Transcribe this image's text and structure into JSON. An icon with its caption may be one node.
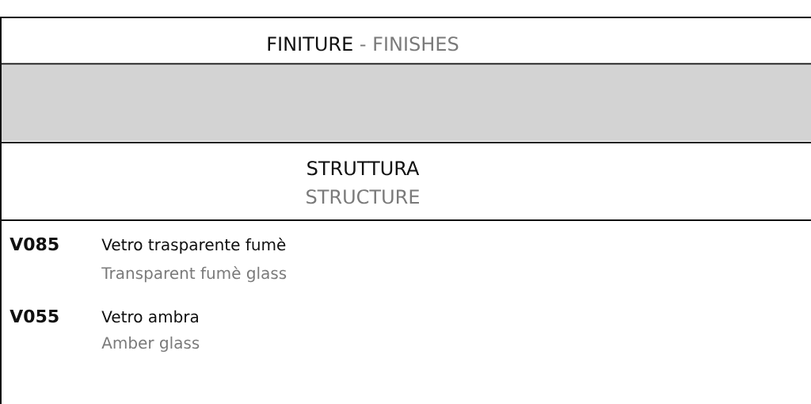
{
  "diagram": {
    "labels": [
      "FINITURE",
      "- FINISHES",
      "STRUTTURA",
      "STRUCTURE",
      "V085",
      "Vetro trasparente fumè",
      "Transparent fumè glass",
      "V055",
      "Vetro ambra",
      "Amber glass"
    ]
  }
}
